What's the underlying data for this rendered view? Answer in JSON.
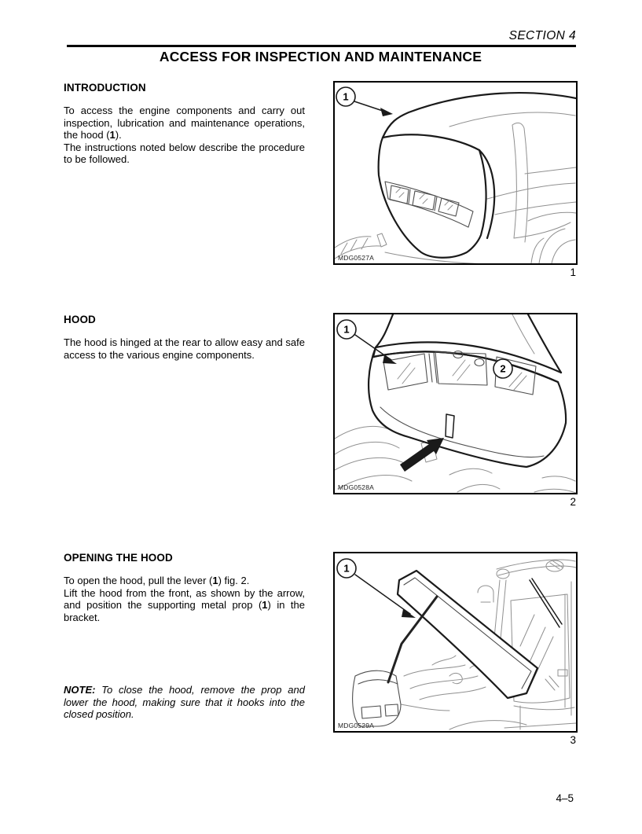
{
  "page": {
    "section_label": "SECTION 4",
    "title": "ACCESS FOR INSPECTION AND MAINTENANCE",
    "page_number": "4–5"
  },
  "intro": {
    "heading": "INTRODUCTION",
    "p1_pre": "To access the engine components and carry out inspection, lubrication and maintenance operations, the hood (",
    "p1_ref": "1",
    "p1_post": ").",
    "p2": "The instructions noted below describe the procedure to be followed."
  },
  "hood": {
    "heading": "HOOD",
    "p1": "The hood is hinged at the rear to allow easy and safe access to the various engine components."
  },
  "opening": {
    "heading": "OPENING THE HOOD",
    "p1_pre": "To open the hood, pull the lever (",
    "p1_ref": "1",
    "p1_post": ") fig. 2.",
    "p2_pre": "Lift the hood from the front, as shown by the arrow, and position the supporting metal prop (",
    "p2_ref": "1",
    "p2_post": ") in the bracket.",
    "note_label": "NOTE:",
    "note_text": " To close the hood, remove the prop and lower the hood, making sure that it hooks into the closed position."
  },
  "figures": [
    {
      "code": "MDG0527A",
      "number": "1",
      "callout1": "1"
    },
    {
      "code": "MDG0528A",
      "number": "2",
      "callout1": "1",
      "callout2": "2"
    },
    {
      "code": "MDG0529A",
      "number": "3",
      "callout1": "1"
    }
  ],
  "colors": {
    "ink": "#1a1a1a",
    "sketch_gray": "#909090"
  }
}
